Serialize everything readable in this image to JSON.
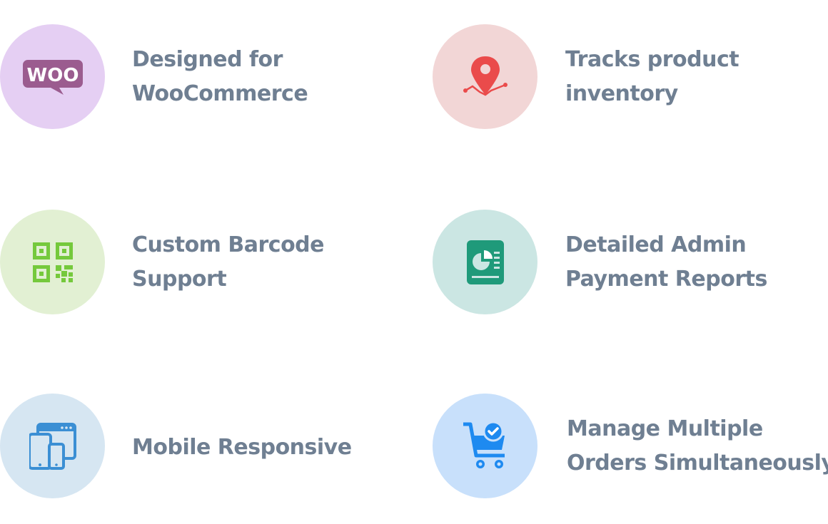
{
  "features": [
    {
      "id": "woocommerce",
      "icon": "woocommerce-logo-icon",
      "icon_text": "WOO",
      "circle_color": "#e5cff3",
      "icon_color": "#9b5c8f",
      "lines": [
        "Designed for",
        "WooCommerce"
      ]
    },
    {
      "id": "inventory",
      "icon": "location-pin-icon",
      "circle_color": "#f2d6d6",
      "icon_color": "#ea4b4b",
      "lines": [
        "Tracks product",
        "inventory"
      ]
    },
    {
      "id": "barcode",
      "icon": "qr-code-icon",
      "circle_color": "#e2f0d3",
      "icon_color": "#75c93c",
      "lines": [
        "Custom Barcode",
        "Support"
      ]
    },
    {
      "id": "reports",
      "icon": "report-document-icon",
      "circle_color": "#cbe6e3",
      "icon_color": "#1f9a7a",
      "lines": [
        "Detailed Admin",
        "Payment Reports"
      ]
    },
    {
      "id": "mobile",
      "icon": "devices-icon",
      "circle_color": "#d6e6f2",
      "icon_color": "#3b8fd4",
      "lines": [
        "Mobile Responsive"
      ]
    },
    {
      "id": "orders",
      "icon": "cart-check-icon",
      "circle_color": "#c8e0fb",
      "icon_color": "#1e8af0",
      "lines": [
        "Manage Multiple",
        "Orders Simultaneously"
      ]
    }
  ]
}
